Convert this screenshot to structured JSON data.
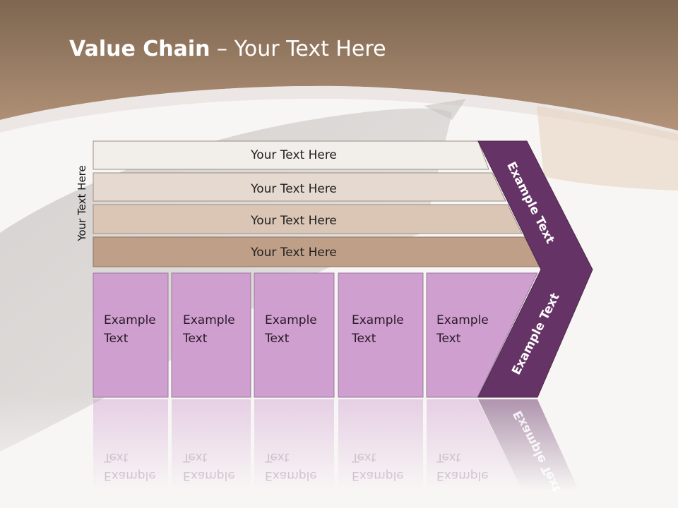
{
  "slide": {
    "title_bold": "Value Chain",
    "title_rest": " – Your Text Here",
    "side_label": "Your Text Here"
  },
  "bars": [
    {
      "label": "Your Text Here",
      "fill": "#f2eeea"
    },
    {
      "label": "Your Text Here",
      "fill": "#e6dad0"
    },
    {
      "label": "Your Text Here",
      "fill": "#dbc6b6"
    },
    {
      "label": "Your Text Here",
      "fill": "#bf9f87"
    }
  ],
  "columns": [
    {
      "line1": "Example",
      "line2": "Text"
    },
    {
      "line1": "Example",
      "line2": "Text"
    },
    {
      "line1": "Example",
      "line2": "Text"
    },
    {
      "line1": "Example",
      "line2": "Text"
    },
    {
      "line1": "Example",
      "line2": "Text"
    }
  ],
  "chevron": {
    "upper_label": "Example Text",
    "lower_label": "Example Text",
    "fill": "#663366"
  },
  "colors": {
    "header": "#a8876a",
    "column_fill": "#cf9fcf"
  }
}
